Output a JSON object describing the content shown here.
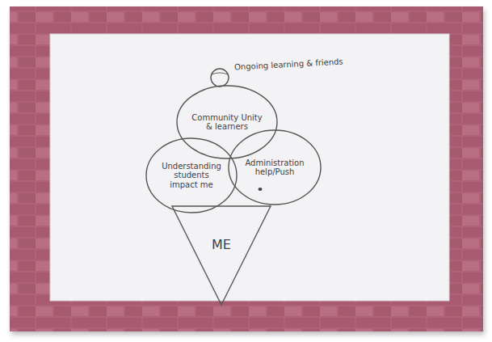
{
  "diagram": {
    "nodes": [
      {
        "text": [
          "Community Unity & learners"
        ]
      },
      {
        "text": [
          "Understanding students impact me"
        ]
      },
      {
        "text": [
          "Administration help/Push"
        ]
      },
      {
        "text": [
          "ME"
        ]
      }
    ],
    "labels": [
      "Ongoing learning & friends"
    ]
  }
}
